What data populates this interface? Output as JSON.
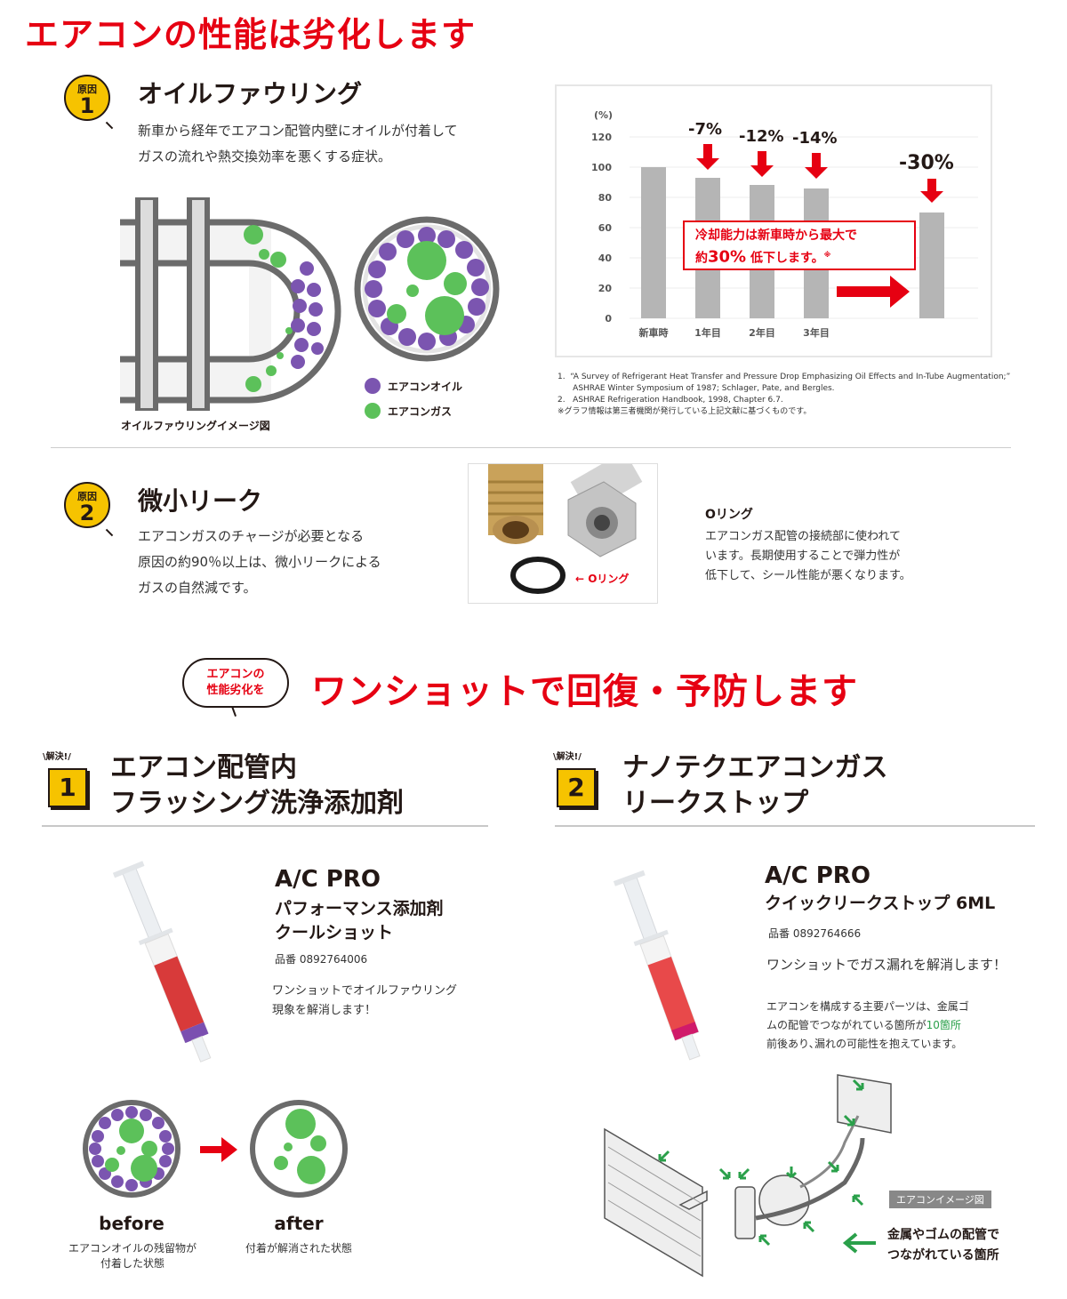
{
  "header": {
    "title": "エアコンの性能は劣化します"
  },
  "cause1": {
    "badge_label": "原因",
    "badge_num": "1",
    "title": "オイルファウリング",
    "desc_lines": [
      "新車から経年でエアコン配管内壁にオイルが付着して",
      "ガスの流れや熱交換効率を悪くする症状。"
    ],
    "diagram_caption": "オイルファウリングイメージ図",
    "legend": [
      {
        "label": "エアコンオイル",
        "color": "#7b55b0"
      },
      {
        "label": "エアコンガス",
        "color": "#5cc15a"
      }
    ]
  },
  "chart_data": {
    "type": "bar",
    "title": "",
    "ylabel": "(%)",
    "xlabel": "",
    "ylim": [
      0,
      120
    ],
    "yticks": [
      0,
      20,
      40,
      60,
      80,
      100,
      120
    ],
    "grid": true,
    "categories": [
      "新車時",
      "1年目",
      "2年目",
      "3年目",
      ""
    ],
    "values": [
      100,
      93,
      88,
      86,
      70
    ],
    "annotations": [
      "",
      "-7%",
      "-12%",
      "-14%",
      "-30%"
    ],
    "callout": {
      "line1": "冷却能力は新車時から最大で",
      "line2_pre": "約",
      "line2_big": "30%",
      "line2_post": " 低下します。",
      "mark": "※"
    },
    "bar_color": "#b5b5b5",
    "accent_color": "#e60012"
  },
  "references": [
    "1.  “A Survey of Refrigerant Heat Transfer and Pressure Drop Emphasizing Oil Effects and In-Tube Augmentation;”",
    "      ASHRAE Winter Symposium of 1987; Schlager, Pate, and Bergles.",
    "2.   ASHRAE Refrigeration Handbook, 1998, Chapter 6.7.",
    "※グラフ情報は第三者機関が発行している上記文献に基づくものです。"
  ],
  "cause2": {
    "badge_label": "原因",
    "badge_num": "2",
    "title": "微小リーク",
    "desc_lines": [
      "エアコンガスのチャージが必要となる",
      "原因の約90％以上は、微小リークによる",
      "ガスの自然減です。"
    ],
    "image_label": "← Oリング",
    "oring_title": "Oリング",
    "oring_desc": [
      "エアコンガス配管の接続部に使われて",
      "います。長期使用することで弾力性が",
      "低下して、シール性能が悪くなります。"
    ]
  },
  "solution_banner": {
    "bubble_line1": "エアコンの",
    "bubble_line2": "性能劣化を",
    "headline": "ワンショットで回復・予防します"
  },
  "solutions": [
    {
      "tag": "\\解決!/",
      "num": "1",
      "title_line1": "エアコン配管内",
      "title_line2": "フラッシング洗浄添加剤",
      "brand": "A/C PRO",
      "name_line1": "パフォーマンス添加剤",
      "name_line2": "クールショット",
      "part_no": "品番 0892764006",
      "desc_lines": [
        "ワンショットでオイルファウリング",
        "現象を解消します！"
      ],
      "before_label": "before",
      "before_caption": [
        "エアコンオイルの残留物が",
        "付着した状態"
      ],
      "after_label": "after",
      "after_caption": [
        "付着が解消された状態"
      ]
    },
    {
      "tag": "\\解決!/",
      "num": "2",
      "title_line1": "ナノテクエアコンガス",
      "title_line2": "リークストップ",
      "brand": "A/C PRO",
      "name_line1": "クイックリークストップ 6ML",
      "part_no": "品番 0892764666",
      "lead": "ワンショットでガス漏れを解消します！",
      "desc_lines": [
        "エアコンを構成する主要パーツは、金属ゴ",
        "ムの配管でつながれている箇所が",
        "前後あり､漏れの可能性を抱えています。"
      ],
      "highlight": "10箇所",
      "highlight_color": "#2aa04a",
      "diagram_tag": "エアコンイメージ図",
      "diagram_note": [
        "金属やゴムの配管で",
        "つながれている箇所"
      ]
    }
  ]
}
